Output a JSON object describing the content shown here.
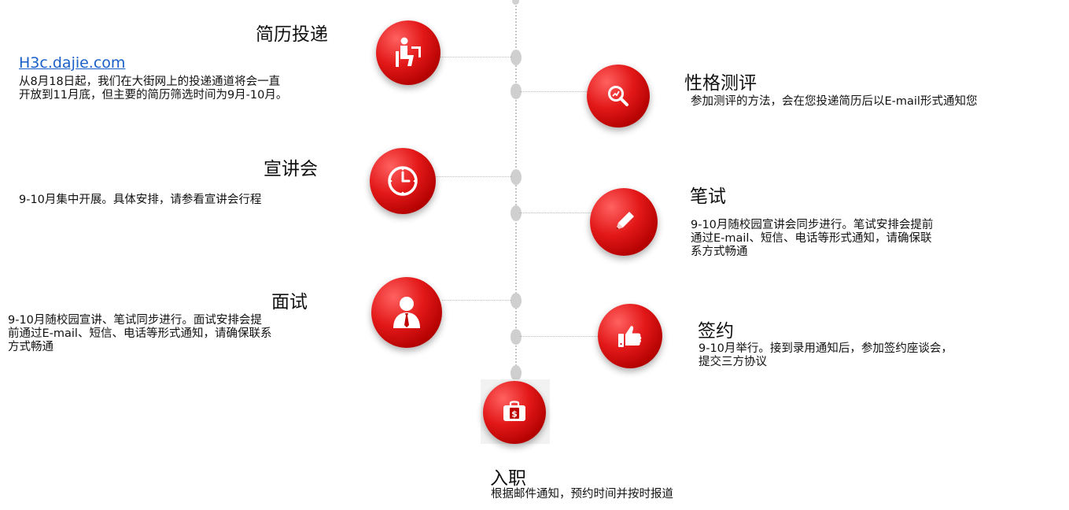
{
  "steps": {
    "resume": {
      "title": "简历投递",
      "link": "H3c.dajie.com",
      "desc_line1": "从8月18日起，我们在大街网上的投递通道将会一直",
      "desc_line2": "开放到11月底，但主要的简历筛选时间为9月-10月。",
      "icon": "person-at-desk-icon"
    },
    "personality": {
      "title": "性格测评",
      "desc_line1": "参加测评的方法，会在您投递简历后以E-mail形式通知您",
      "icon": "magnifier-chart-icon"
    },
    "presentation": {
      "title": "宣讲会",
      "desc_line1": "9-10月集中开展。具体安排，请参看宣讲会行程",
      "icon": "clock-icon"
    },
    "written_test": {
      "title": "笔试",
      "desc_line1": "9-10月随校园宣讲会同步进行。笔试安排会提前",
      "desc_line2": "通过E-mail、短信、电话等形式通知，请确保联",
      "desc_line3": "系方式畅通",
      "icon": "pencil-icon"
    },
    "interview": {
      "title": "面试",
      "desc_line1": "9-10月随校园宣讲、笔试同步进行。面试安排会提",
      "desc_line2": "前通过E-mail、短信、电话等形式通知，请确保联系",
      "desc_line3": "方式畅通",
      "icon": "person-tie-icon"
    },
    "signing": {
      "title": "签约",
      "desc_line1": "9-10月举行。接到录用通知后，参加签约座谈会，",
      "desc_line2": "提交三方协议",
      "icon": "thumbs-up-icon"
    },
    "onboarding": {
      "title": "入职",
      "desc_line1": "根据邮件通知，预约时间并按时报道",
      "icon": "money-bag-icon"
    }
  },
  "colors": {
    "accent_red": "#e31818",
    "timeline_gray": "#cfcfcf",
    "link_blue": "#1a5fc8"
  }
}
